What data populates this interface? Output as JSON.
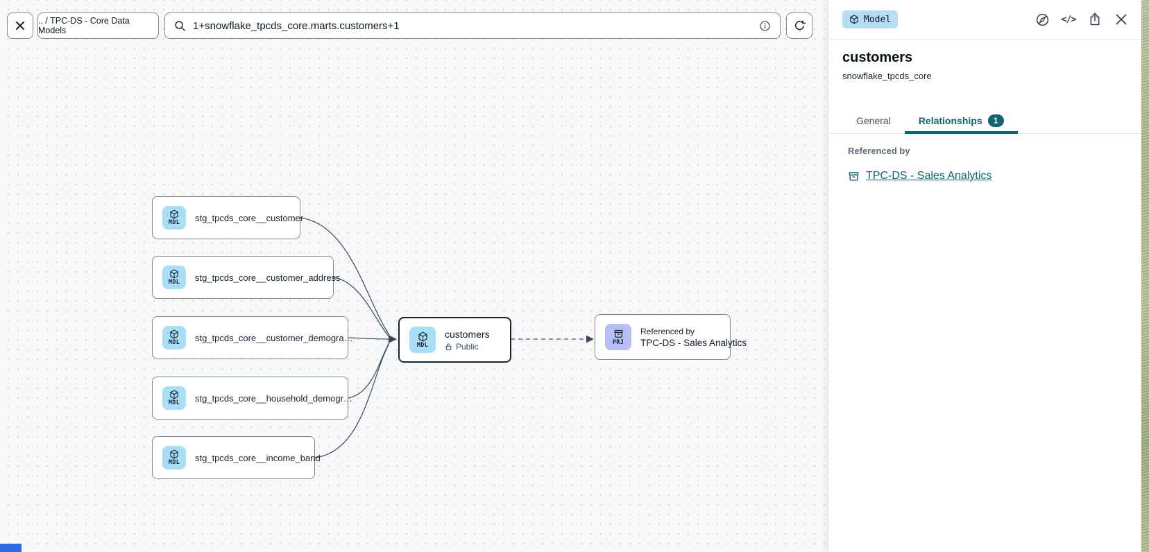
{
  "toolbar": {
    "breadcrumb": ".. / TPC-DS - Core Data Models",
    "search": {
      "value": "1+snowflake_tpcds_core.marts.customers+1"
    }
  },
  "icons": {
    "close": "close-icon",
    "search": "search-icon",
    "info": "info-icon",
    "refresh": "refresh-icon",
    "compass": "compass-icon",
    "code_glyph": "</>",
    "share": "share-icon",
    "cube": "cube-icon",
    "archive": "archive-icon",
    "lock": "lock-icon"
  },
  "lineage": {
    "upstream_models": [
      {
        "type": "MDL",
        "label": "stg_tpcds_core__customer"
      },
      {
        "type": "MDL",
        "label": "stg_tpcds_core__customer_address"
      },
      {
        "type": "MDL",
        "label": "stg_tpcds_core__customer_demogra…"
      },
      {
        "type": "MDL",
        "label": "stg_tpcds_core__household_demogr…"
      },
      {
        "type": "MDL",
        "label": "stg_tpcds_core__income_band"
      }
    ],
    "selected_model": {
      "type": "MDL",
      "title": "customers",
      "visibility": "Public"
    },
    "downstream_project": {
      "type": "PRJ",
      "kicker": "Referenced by",
      "title": "TPC-DS - Sales Analytics"
    }
  },
  "panel": {
    "type_badge": "Model",
    "title": "customers",
    "subtitle": "snowflake_tpcds_core",
    "tabs": [
      {
        "label": "General",
        "active": false
      },
      {
        "label": "Relationships",
        "badge": "1",
        "active": true
      }
    ],
    "referenced_by": {
      "label": "Referenced by",
      "link": "TPC-DS - Sales Analytics"
    }
  },
  "colors": {
    "accent_teal": "#11636d",
    "model_icon_bg": "#a9def7",
    "project_icon_bg": "#b7bef3",
    "type_badge_bg": "#b5def6",
    "edge": "#4a515c",
    "canvas_bg": "#f7f8f9"
  }
}
